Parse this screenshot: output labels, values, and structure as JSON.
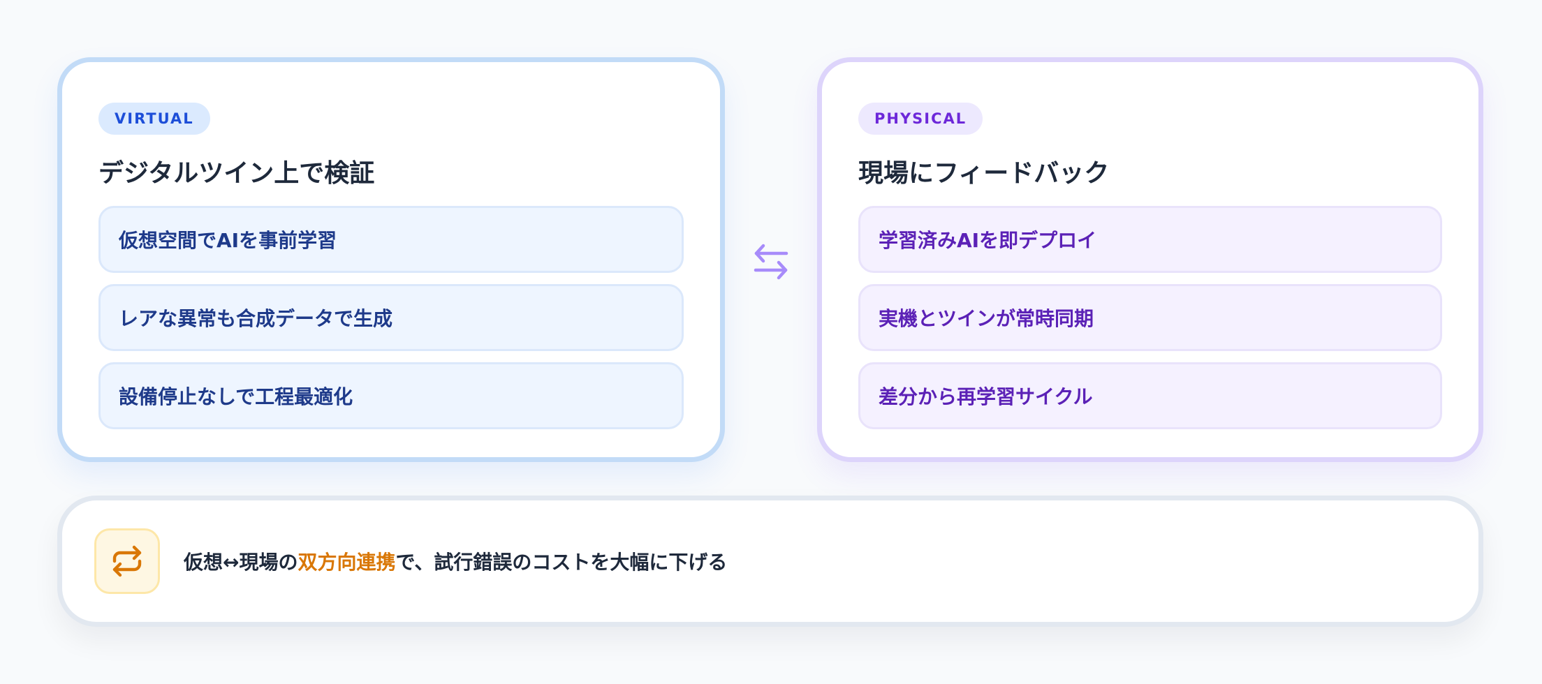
{
  "virtual": {
    "tag": "VIRTUAL",
    "title": "デジタルツイン上で検証",
    "items": [
      "仮想空間でAIを事前学習",
      "レアな異常も合成データで生成",
      "設備停止なしで工程最適化"
    ]
  },
  "physical": {
    "tag": "PHYSICAL",
    "title": "現場にフィードバック",
    "items": [
      "学習済みAIを即デプロイ",
      "実機とツインが常時同期",
      "差分から再学習サイクル"
    ]
  },
  "connector": {
    "icon": "bidirectional-arrows-icon"
  },
  "banner": {
    "icon": "repeat-icon",
    "text_before": "仮想↔現場の",
    "text_highlight": "双方向連携",
    "text_after": "で、試行錯誤のコストを大幅に下げる"
  },
  "colors": {
    "virtual_accent": "#1d4ed8",
    "physical_accent": "#6d28d9",
    "highlight": "#d97706",
    "connector": "#a78bfa"
  }
}
